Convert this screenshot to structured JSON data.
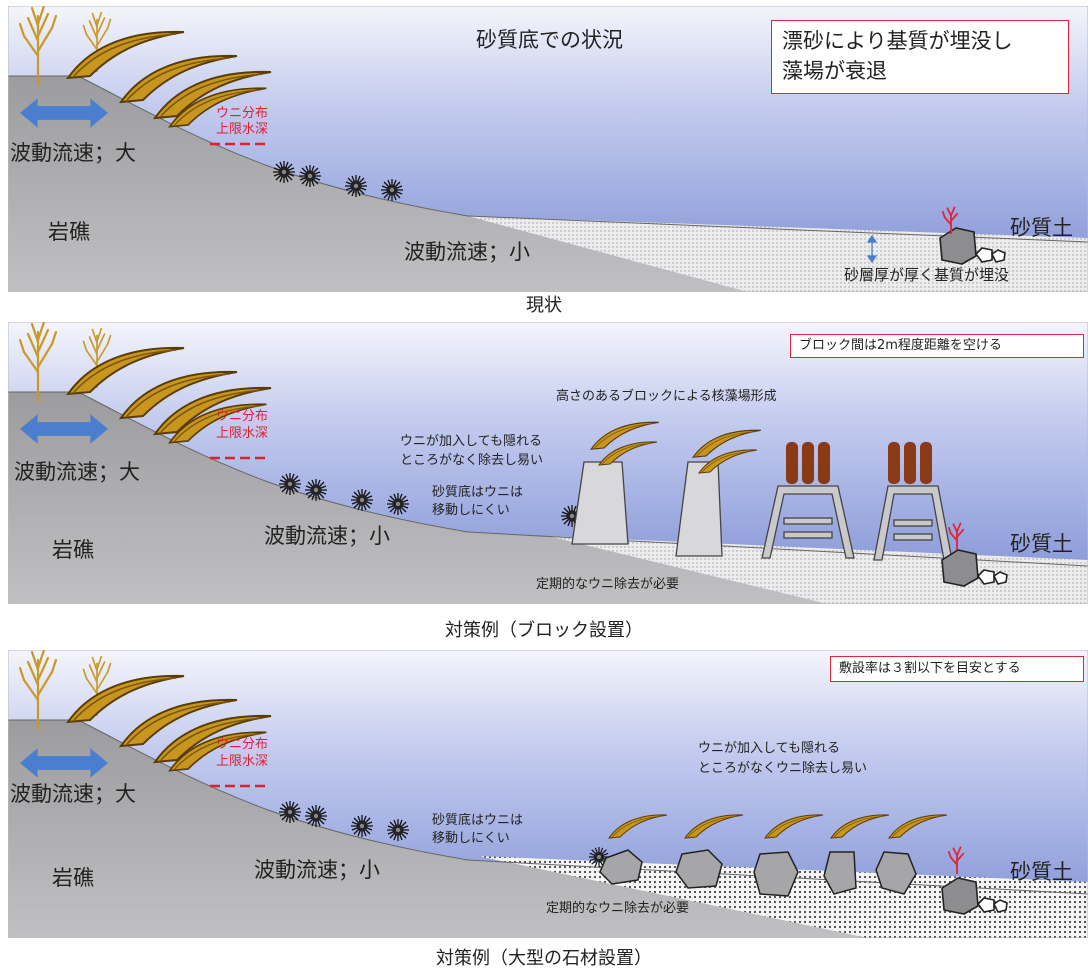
{
  "panels": [
    {
      "title": "砂質底での状況",
      "note_box": "漂砂により基質が埋没し\n藻場が衰退",
      "note_box_line1": "漂砂により基質が埋没し",
      "note_box_line2": "藻場が衰退",
      "urchin_limit_line1": "ウニ分布",
      "urchin_limit_line2": "上限水深",
      "wave_large": "波動流速；大",
      "rock_reef": "岩礁",
      "wave_small": "波動流速；小",
      "sandy_soil": "砂質土",
      "sand_note": "砂層厚が厚く基質が埋没",
      "caption": "現状"
    },
    {
      "note_box": "ブロック間は2m程度距離を空ける",
      "urchin_limit_line1": "ウニ分布",
      "urchin_limit_line2": "上限水深",
      "wave_large": "波動流速；大",
      "rock_reef": "岩礁",
      "wave_small": "波動流速；小",
      "sandy_soil": "砂質土",
      "block_note": "高さのあるブロックによる核藻場形成",
      "hide_note_line1": "ウニが加入しても隠れる",
      "hide_note_line2": "ところがなく除去し易い",
      "sand_move_line1": "砂質底はウニは",
      "sand_move_line2": "移動しにくい",
      "removal_note": "定期的なウニ除去が必要",
      "caption": "対策例（ブロック設置）"
    },
    {
      "note_box": "敷設率は３割以下を目安とする",
      "urchin_limit_line1": "ウニ分布",
      "urchin_limit_line2": "上限水深",
      "wave_large": "波動流速；大",
      "rock_reef": "岩礁",
      "wave_small": "波動流速；小",
      "sandy_soil": "砂質土",
      "hide_note_line1": "ウニが加入しても隠れる",
      "hide_note_line2": "ところがなくウニ除去し易い",
      "sand_move_line1": "砂質底はウニは",
      "sand_move_line2": "移動しにくい",
      "removal_note": "定期的なウニ除去が必要",
      "caption": "対策例（大型の石材設置）"
    }
  ],
  "colors": {
    "sea_top": "#7d8fd4",
    "sea_bottom": "#eef0fa",
    "rock": "#a9a9ab",
    "sand": "#e4e4e6",
    "kelp": "#c8961c",
    "kelp_dark": "#6b4a0a",
    "arrow": "#4a7fd0",
    "red": "#e02030"
  }
}
